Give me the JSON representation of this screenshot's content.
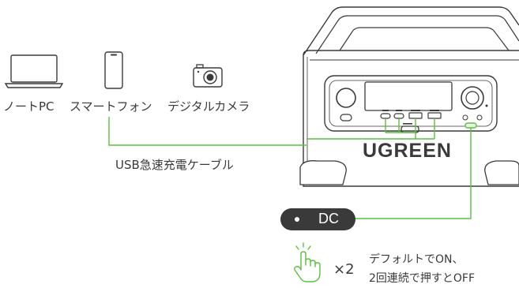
{
  "devices": [
    {
      "label": "ノートPC",
      "icon": "laptop-icon"
    },
    {
      "label": "スマートフォン",
      "icon": "smartphone-icon"
    },
    {
      "label": "デジタルカメラ",
      "icon": "camera-icon"
    }
  ],
  "cable_label": "USB急速充電ケーブル",
  "brand": "UGREEN",
  "dc_button": {
    "label": "DC"
  },
  "instruction": {
    "multiplier": "×2",
    "line1": "デフォルトでON、",
    "line2": "2回連続で押すとOFF",
    "icon": "double-tap-hand-icon"
  },
  "colors": {
    "accent": "#5cbf3f",
    "outline": "#3a3a3a",
    "pill": "#3a3a3a"
  }
}
